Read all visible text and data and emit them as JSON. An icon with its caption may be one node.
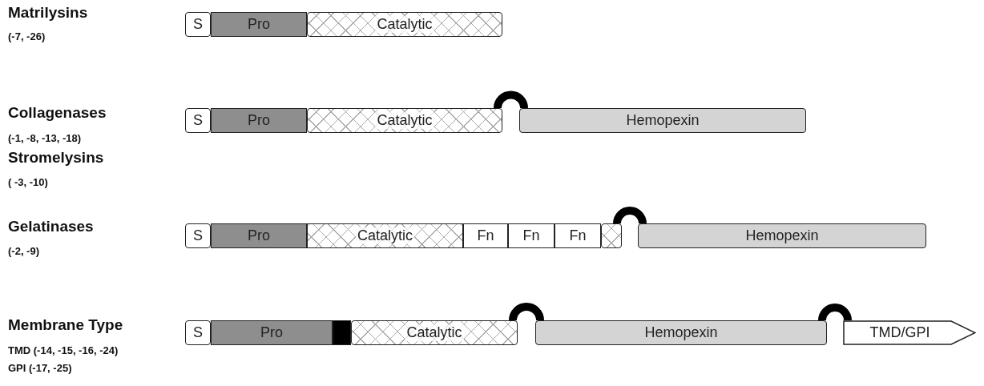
{
  "diagram": {
    "nodes": [
      {
        "text": [
          "S"
        ]
      },
      {
        "text": [
          "Pro"
        ]
      },
      {
        "text": [
          "Catalytic"
        ]
      },
      {
        "text": [
          "S"
        ]
      },
      {
        "text": [
          "Pro"
        ]
      },
      {
        "text": [
          "Catalytic"
        ]
      },
      {
        "text": [
          "Hemopexin"
        ]
      },
      {
        "text": [
          "S"
        ]
      },
      {
        "text": [
          "Pro"
        ]
      },
      {
        "text": [
          "Catalytic"
        ]
      },
      {
        "text": [
          "Fn"
        ]
      },
      {
        "text": [
          "Fn"
        ]
      },
      {
        "text": [
          "Fn"
        ]
      },
      {
        "text": [],
        "shape": "box"
      },
      {
        "text": [
          "Hemopexin"
        ]
      },
      {
        "text": [
          "S"
        ]
      },
      {
        "text": [
          "Pro"
        ]
      },
      {
        "text": [],
        "shape": "box"
      },
      {
        "text": [
          "Catalytic"
        ]
      },
      {
        "text": [
          "Hemopexin"
        ]
      },
      {
        "text": [
          "TMD/GPI"
        ]
      }
    ],
    "edges": [
      {
        "from": 5,
        "to": 6,
        "arrow": "none"
      },
      {
        "from": 13,
        "to": 14,
        "arrow": "none"
      },
      {
        "from": 18,
        "to": 19,
        "arrow": "none"
      },
      {
        "from": 19,
        "to": 20,
        "arrow": "none"
      }
    ],
    "labels": [
      "Matrilysins",
      "(-7, -26)",
      "Collagenases",
      "(-1, -8, -13, -18)",
      "Stromelysins",
      "( -3, -10)",
      "Gelatinases",
      "(-2, -9)",
      "Membrane Type",
      "TMD (-14, -15, -16, -24)",
      "GPI (-17, -25)"
    ]
  }
}
